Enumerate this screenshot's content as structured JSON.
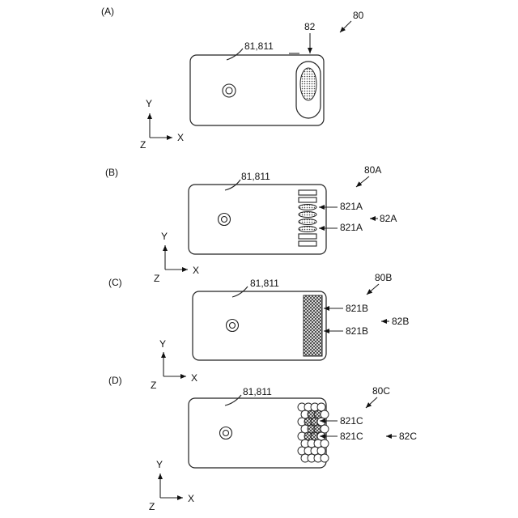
{
  "panels": [
    {
      "panel_label": "(A)",
      "assembly_label": "80",
      "body_label": "81,811",
      "part_label": "82",
      "axes": {
        "y": "Y",
        "x": "X",
        "z": "Z"
      }
    },
    {
      "panel_label": "(B)",
      "assembly_label": "80A",
      "body_label": "81,811",
      "element_labels": [
        "821A",
        "821A"
      ],
      "part_label": "82A",
      "axes": {
        "y": "Y",
        "x": "X",
        "z": "Z"
      }
    },
    {
      "panel_label": "(C)",
      "assembly_label": "80B",
      "body_label": "81,811",
      "element_labels": [
        "821B",
        "821B"
      ],
      "part_label": "82B",
      "axes": {
        "y": "Y",
        "x": "X",
        "z": "Z"
      }
    },
    {
      "panel_label": "(D)",
      "assembly_label": "80C",
      "body_label": "81,811",
      "element_labels": [
        "821C",
        "821C"
      ],
      "part_label": "82C",
      "axes": {
        "y": "Y",
        "x": "X",
        "z": "Z"
      }
    }
  ]
}
